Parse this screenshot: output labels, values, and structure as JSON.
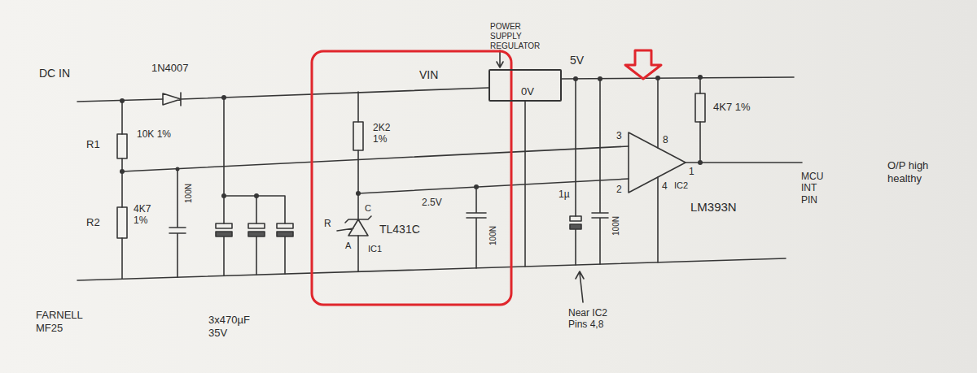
{
  "diagram": {
    "nodes": [
      {
        "text": [
          "POWER SUPPLY REGULATOR",
          "0V"
        ]
      }
    ],
    "labels": [
      "DC IN",
      "1N4007",
      "VIN",
      "5V",
      "R1",
      "10K 1%",
      "R2",
      "4K7 1%",
      "100N",
      "3x470µF 35V",
      "FARNELL MF25",
      "2K2 1%",
      "2.5V",
      "100N",
      "R",
      "C",
      "A",
      "TL431C",
      "IC1",
      "1µ",
      "100N",
      "Near IC2 Pins 4,8",
      "3",
      "2",
      "8",
      "1",
      "4",
      "IC2",
      "LM393N",
      "4K7 1%",
      "MCU INT PIN",
      "O/P high healthy"
    ]
  }
}
